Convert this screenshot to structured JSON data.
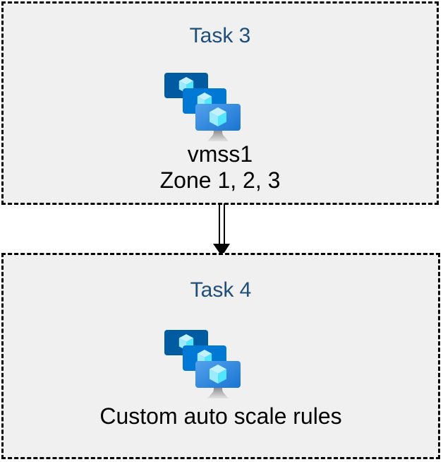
{
  "boxes": [
    {
      "title": "Task 3",
      "icon": "vm-scale-sets-icon",
      "lines": [
        "vmss1",
        "Zone 1, 2, 3"
      ]
    },
    {
      "title": "Task 4",
      "icon": "vm-scale-sets-icon",
      "lines": [
        "Custom auto scale rules"
      ]
    }
  ],
  "arrow": {
    "direction": "down",
    "style": "double-line"
  },
  "colors": {
    "box_fill": "#f0f0f0",
    "box_border": "#000000",
    "title_text": "#1f4e79",
    "body_text": "#000000",
    "arrow": "#000000",
    "icon": {
      "screen_back": "#005ba1",
      "screen_middle": "#0078d4",
      "screen_front_top": "#54a2ec",
      "screen_front_bottom": "#1974d2",
      "cube_top": "#c3f1ff",
      "cube_left": "#9cebff",
      "cube_right": "#50e6ff",
      "stand_dark": "#8f8f8f",
      "stand_light": "#e3e3e3",
      "stand_neck": "#c4c4c4"
    }
  }
}
